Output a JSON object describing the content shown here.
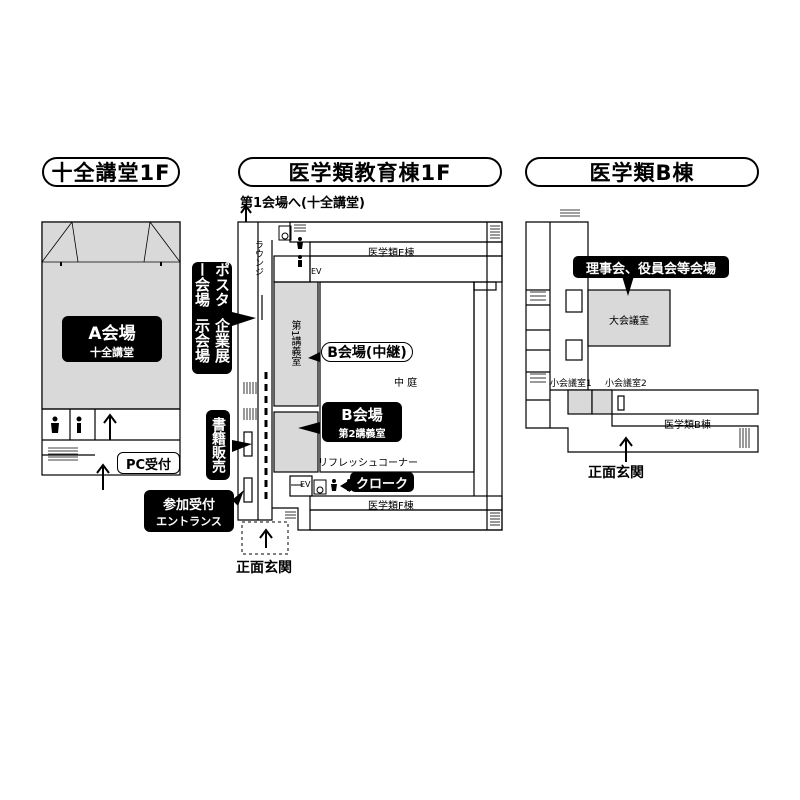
{
  "headers": {
    "left": "十全講堂1F",
    "center": "医学類教育棟1F",
    "right": "医学類B棟"
  },
  "left_building": {
    "venue_title": "A会場",
    "venue_sub": "十全講堂",
    "pc_reception": "PC受付"
  },
  "center_building": {
    "to_hall1": "第1会場へ(十全講堂)",
    "lounge": "ラウンジ",
    "poster_line1": "ポスター会場",
    "poster_line2": "企業展示会場",
    "lecture1": "第1講義室",
    "relay": "B会場(中継)",
    "courtyard": "中 庭",
    "venue_b_title": "B会場",
    "venue_b_sub": "第2講義室",
    "books": "書籍販売",
    "refresh": "リフレッシュコーナー",
    "cloak": "クローク",
    "reception_line1": "参加受付",
    "reception_line2": "エントランス",
    "bldg_e": "医学類E棟",
    "bldg_f": "医学類F棟",
    "ev1": "EV",
    "ev2": "EV",
    "front_entrance": "正面玄関"
  },
  "right_building": {
    "board_meeting": "理事会、役員会等会場",
    "big_hall": "大会議室",
    "small1": "小会議室1",
    "small2": "小会議室2",
    "bldg_b": "医学類B棟",
    "front_entrance": "正面玄関"
  },
  "colors": {
    "room_gray": "#d9d9d9",
    "black": "#000000",
    "white": "#ffffff"
  },
  "icons": [
    "toilet-icon",
    "wheelchair-icon",
    "stairs-icon",
    "arrow-up-icon",
    "callout-pointer-icon"
  ]
}
